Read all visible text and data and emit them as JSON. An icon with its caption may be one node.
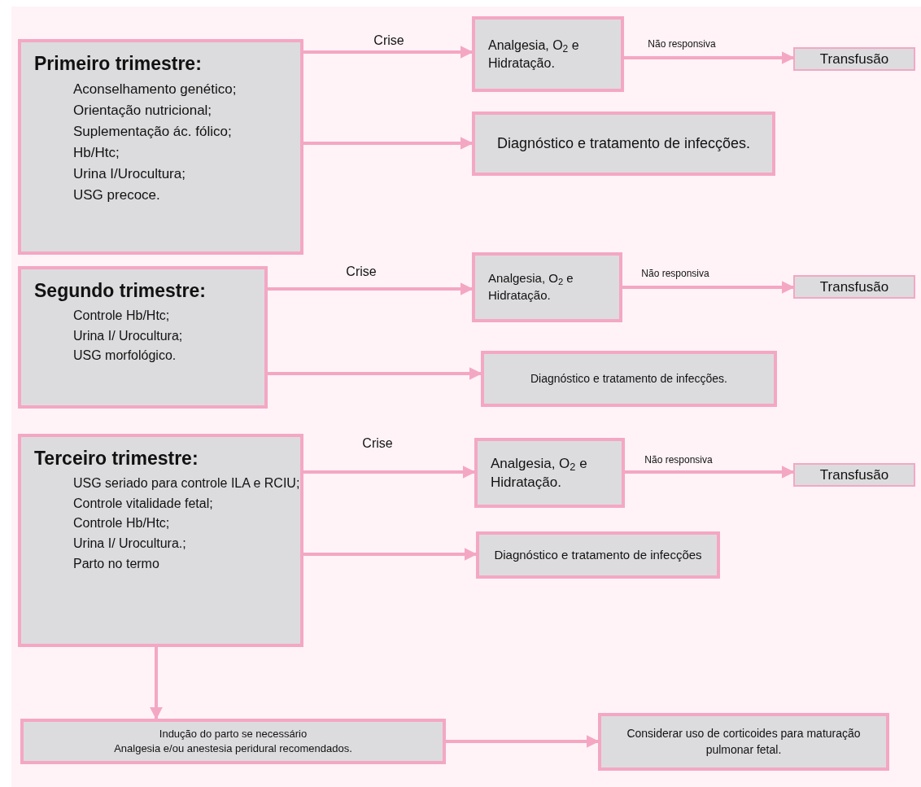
{
  "diagram": {
    "nodes": [
      {
        "text": [
          "Primeiro trimestre:",
          "Aconselhamento genético;",
          "Orientação nutricional;",
          "Suplementação ác. fólico;",
          "Hb/Htc;",
          "Urina I/Urocultura;",
          "USG precoce."
        ]
      },
      {
        "text": [
          "Analgesia, O$_{2}$ e Hidratação."
        ]
      },
      {
        "text": [
          "Transfusão"
        ]
      },
      {
        "text": [
          "Diagnóstico e tratamento de infecções."
        ]
      },
      {
        "text": [
          "Segundo trimestre:",
          "Controle Hb/Htc;",
          "Urina I/ Urocultura;",
          "USG morfológico."
        ]
      },
      {
        "text": [
          "Analgesia, O$_{2}$ e Hidratação."
        ]
      },
      {
        "text": [
          "Transfusão"
        ]
      },
      {
        "text": [
          "Diagnóstico e tratamento de infecções."
        ]
      },
      {
        "text": [
          "Terceiro trimestre:",
          "USG seriado para controle ILA e RCIU;",
          "Controle vitalidade fetal;",
          "Controle Hb/Htc;",
          "Urina I/ Urocultura.;",
          "Parto no termo"
        ]
      },
      {
        "text": [
          "Analgesia, O$_{2}$ e Hidratação."
        ]
      },
      {
        "text": [
          "Transfusão"
        ]
      },
      {
        "text": [
          "Diagnóstico e tratamento de infecções"
        ]
      },
      {
        "text": [
          "Indução do parto se necessário",
          "Analgesia e/ou anestesia peridural recomendados."
        ]
      },
      {
        "text": [
          "Considerar uso de corticoides para maturação pulmonar fetal."
        ]
      }
    ],
    "edges": [
      {
        "from": 0,
        "to": 1,
        "arrow": "to",
        "label": "Crise"
      },
      {
        "from": 1,
        "to": 2,
        "arrow": "to",
        "label": "Não responsiva"
      },
      {
        "from": 0,
        "to": 3,
        "arrow": "to"
      },
      {
        "from": 4,
        "to": 5,
        "arrow": "to",
        "label": "Crise"
      },
      {
        "from": 5,
        "to": 6,
        "arrow": "to",
        "label": "Não responsiva"
      },
      {
        "from": 4,
        "to": 7,
        "arrow": "to"
      },
      {
        "from": 8,
        "to": 9,
        "arrow": "to",
        "label": "Crise"
      },
      {
        "from": 9,
        "to": 10,
        "arrow": "to",
        "label": "Não responsiva"
      },
      {
        "from": 8,
        "to": 11,
        "arrow": "to"
      },
      {
        "from": 8,
        "to": 12,
        "arrow": "to"
      },
      {
        "from": 12,
        "to": 13,
        "arrow": "to"
      }
    ]
  }
}
